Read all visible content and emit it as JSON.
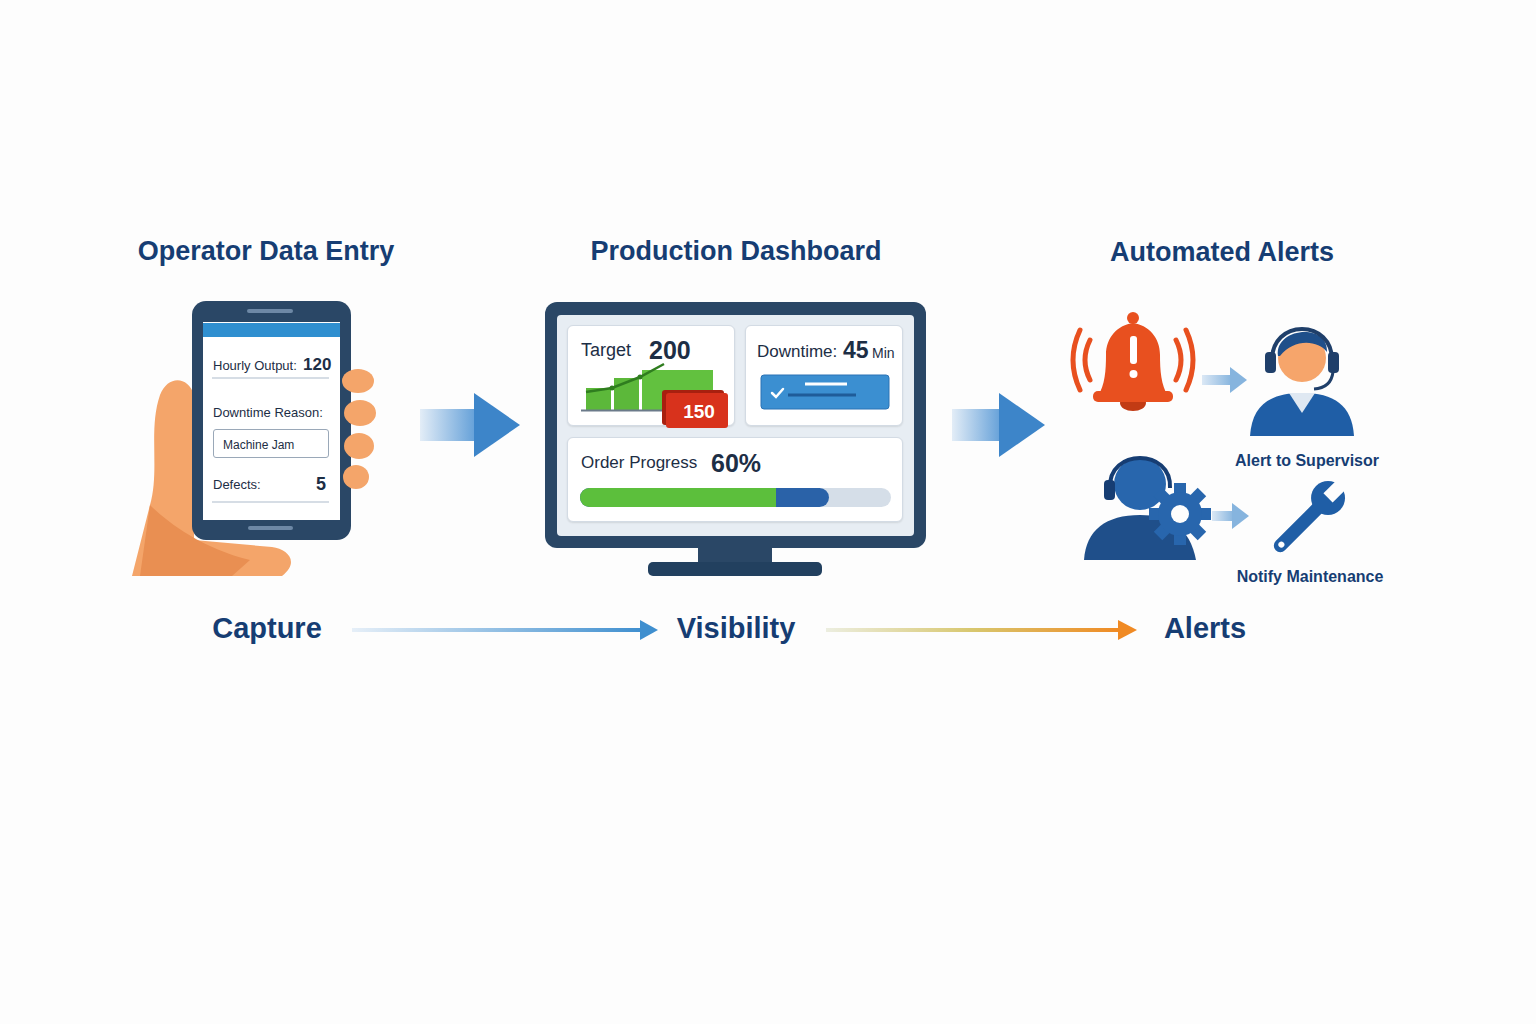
{
  "diagram": {
    "nodes": [
      {
        "text": [
          "Operator Data Entry",
          "Hourly Output:",
          "120",
          "Downtime Reason:",
          "Defects:",
          "5"
        ]
      },
      {
        "text": [
          "Machine Jam"
        ],
        "in": 0
      },
      {
        "text": [
          "Production Dashboard"
        ]
      },
      {
        "text": [
          "Target",
          "200"
        ],
        "in": 2
      },
      {
        "text": [
          "150"
        ],
        "in": 3
      },
      {
        "text": [
          "Downtime:",
          "45",
          "Min"
        ],
        "in": 2
      },
      {
        "text": [
          "Order Progress",
          "60%"
        ],
        "in": 2
      },
      {
        "text": [
          "Automated Alerts"
        ]
      },
      {
        "text": [
          "Alert to Supervisor"
        ],
        "in": 7
      },
      {
        "text": [
          "Notify Maintenance"
        ],
        "in": 7
      }
    ],
    "edges": [
      {
        "from": 0,
        "to": 2,
        "arrow": "to"
      },
      {
        "from": 2,
        "to": 7,
        "arrow": "to"
      }
    ],
    "labels": [
      "Capture",
      "Visibility",
      "Alerts"
    ]
  }
}
